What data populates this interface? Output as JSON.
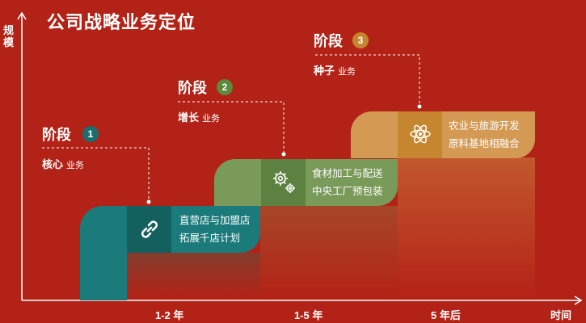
{
  "title": "公司战略业务定位",
  "y_axis_label": "规模",
  "x_axis_label": "时间",
  "x_ticks": [
    "1-2 年",
    "1-5 年",
    "5 年后"
  ],
  "stages": [
    {
      "word": "阶段",
      "num": "1",
      "biz_name": "核心",
      "biz_suffix": "业务",
      "desc_line1": "直营店与加盟店",
      "desc_line2": "拓展千店计划",
      "icon": "link-icon",
      "color_main": "#1b7b7b",
      "color_dark": "#14605f",
      "color_num": "#1b6e6e"
    },
    {
      "word": "阶段",
      "num": "2",
      "biz_name": "增长",
      "biz_suffix": "业务",
      "desc_line1": "食材加工与配送",
      "desc_line2": "中央工厂预包装",
      "icon": "gears-icon",
      "color_main": "#7a9a5a",
      "color_dark": "#5d8140",
      "color_num": "#5b8a3c"
    },
    {
      "word": "阶段",
      "num": "3",
      "biz_name": "种子",
      "biz_suffix": "业务",
      "desc_line1": "农业与旅游开发",
      "desc_line2": "原料基地相融合",
      "icon": "atom-icon",
      "color_main": "#d49a54",
      "color_dark": "#c6862f",
      "color_num": "#c6862f"
    }
  ]
}
